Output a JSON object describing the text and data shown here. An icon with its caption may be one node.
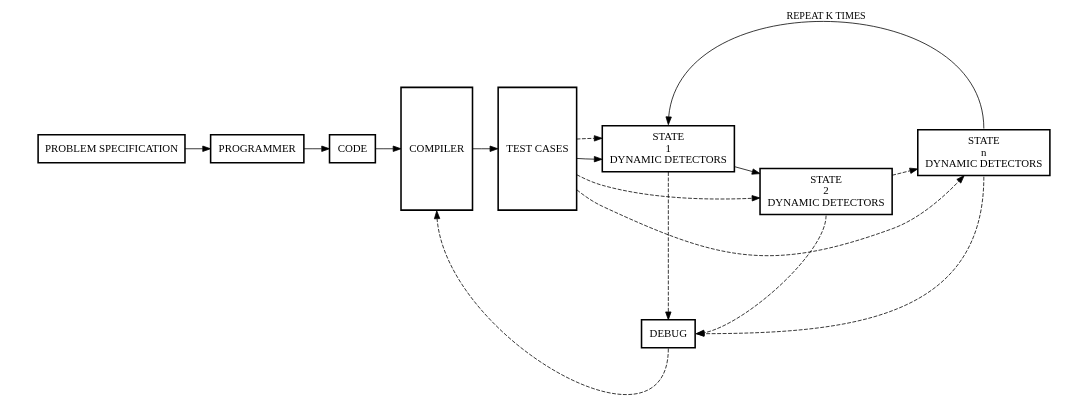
{
  "diagram": {
    "nodes": [
      {
        "text": [
          "PROBLEM SPECIFICATION"
        ]
      },
      {
        "text": [
          "PROGRAMMER"
        ]
      },
      {
        "text": [
          "CODE"
        ]
      },
      {
        "text": [
          "COMPILER"
        ]
      },
      {
        "text": [
          "TEST CASES"
        ]
      },
      {
        "text": [
          "STATE",
          "1",
          "DYNAMIC DETECTORS"
        ]
      },
      {
        "text": [
          "STATE",
          "2",
          "DYNAMIC DETECTORS"
        ]
      },
      {
        "text": [
          "STATE",
          "n",
          "DYNAMIC DETECTORS"
        ]
      },
      {
        "text": [
          "DEBUG"
        ]
      }
    ],
    "edges": [
      {
        "from": 0,
        "to": 1,
        "arrow": "to"
      },
      {
        "from": 1,
        "to": 2,
        "arrow": "to"
      },
      {
        "from": 2,
        "to": 3,
        "arrow": "to"
      },
      {
        "from": 3,
        "to": 4,
        "arrow": "to"
      },
      {
        "from": 4,
        "to": 5,
        "arrow": "to"
      },
      {
        "from": 5,
        "to": 6,
        "arrow": "to"
      },
      {
        "from": 6,
        "to": 7,
        "arrow": "to",
        "style": "dashed"
      },
      {
        "from": 7,
        "to": 5,
        "arrow": "to",
        "label": "REPEAT K TIMES"
      },
      {
        "from": 4,
        "to": 5,
        "arrow": "to",
        "style": "dashed"
      },
      {
        "from": 4,
        "to": 6,
        "arrow": "to",
        "style": "dashed"
      },
      {
        "from": 4,
        "to": 7,
        "arrow": "to",
        "style": "dashed"
      },
      {
        "from": 5,
        "to": 8,
        "arrow": "to",
        "style": "dashed"
      },
      {
        "from": 6,
        "to": 8,
        "arrow": "to",
        "style": "dashed"
      },
      {
        "from": 7,
        "to": 8,
        "arrow": "to",
        "style": "dashed"
      },
      {
        "from": 8,
        "to": 3,
        "arrow": "to",
        "style": "dashed"
      }
    ]
  }
}
